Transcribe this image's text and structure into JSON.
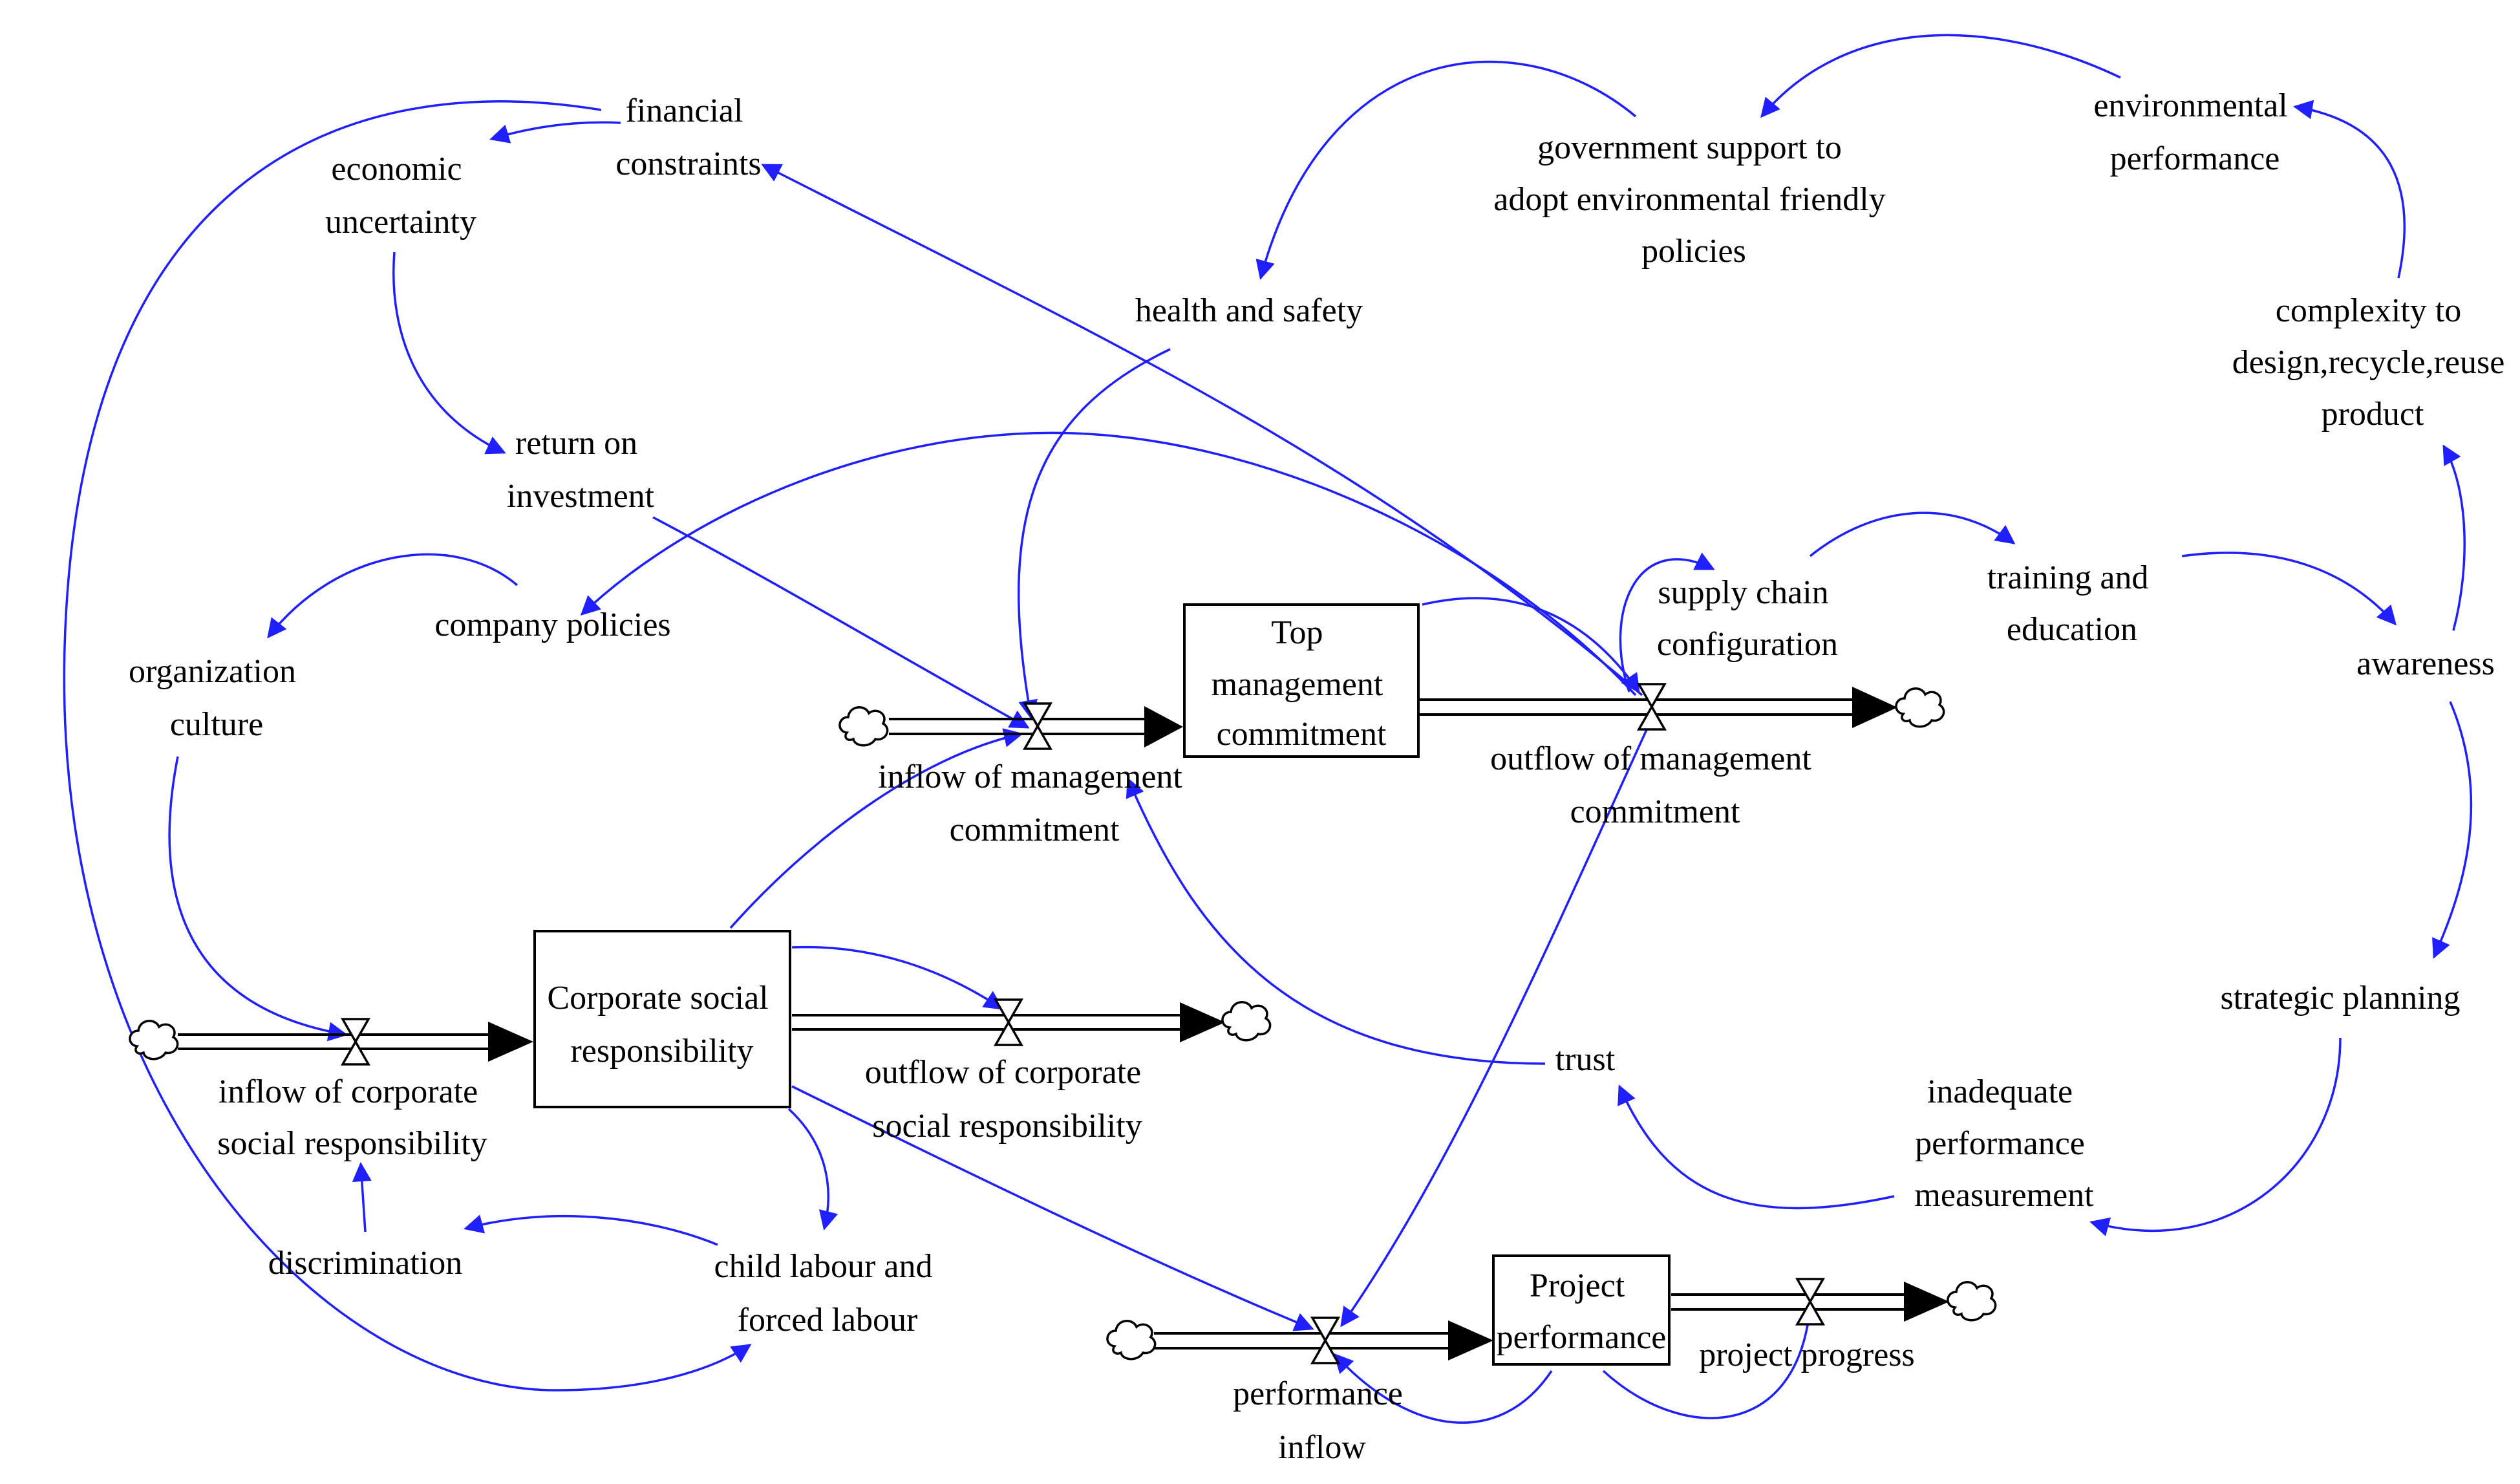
{
  "colors": {
    "causal_link": "#1f1fff",
    "flow": "#000000",
    "background": "#ffffff"
  },
  "stocks": {
    "top_management_commitment": [
      "Top",
      "management",
      "commitment"
    ],
    "corporate_social_responsibility": [
      "Corporate social",
      "responsibility"
    ],
    "project_performance": [
      "Project",
      "performance"
    ]
  },
  "flows": {
    "inflow_of_management_commitment": [
      "inflow of management",
      "commitment"
    ],
    "outflow_of_management_commitment": [
      "outflow of management",
      "commitment"
    ],
    "inflow_of_corporate_social_responsibility": [
      "inflow of corporate",
      "social responsibility"
    ],
    "outflow_of_corporate_social_responsibility": [
      "outflow of corporate",
      "social responsibility"
    ],
    "performance_inflow": [
      "performance",
      "inflow"
    ],
    "project_progress": [
      "project progress"
    ]
  },
  "variables": {
    "financial_constraints": [
      "financial",
      "constraints"
    ],
    "economic_uncertainty": [
      "economic",
      "uncertainty"
    ],
    "return_on_investment": [
      "return on",
      "investment"
    ],
    "company_policies": [
      "company policies"
    ],
    "organization_culture": [
      "organization",
      "culture"
    ],
    "health_and_safety": [
      "health and safety"
    ],
    "government_support": [
      "government support to",
      "adopt environmental friendly",
      "policies"
    ],
    "environmental_performance": [
      "environmental",
      "performance"
    ],
    "complexity": [
      "complexity to",
      "design,recycle,reuse",
      "product"
    ],
    "supply_chain_configuration": [
      "supply chain",
      "configuration"
    ],
    "training_and_education": [
      "training and",
      "education"
    ],
    "awareness": [
      "awareness"
    ],
    "strategic_planning": [
      "strategic planning"
    ],
    "inadequate_performance_measurement": [
      "inadequate",
      "performance",
      "measurement"
    ],
    "trust": [
      "trust"
    ],
    "discrimination": [
      "discrimination"
    ],
    "child_labour": [
      "child labour and",
      "forced labour"
    ]
  }
}
